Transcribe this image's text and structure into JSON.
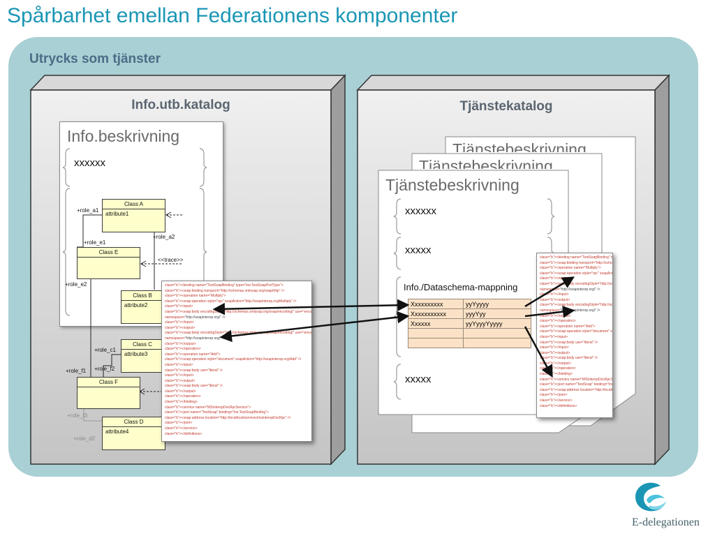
{
  "title": "Spårbarhet emellan Federationens komponenter",
  "panel_label": "Utrycks som tjänster",
  "left_box": {
    "title": "Info.utb.katalog",
    "sheet_title": "Info.beskrivning",
    "brace_text": "xxxxxx",
    "uml": {
      "classes": [
        {
          "name": "Class A",
          "attribute": "attribute1"
        },
        {
          "name": "Class E",
          "attribute": ""
        },
        {
          "name": "Class B",
          "attribute": "attribute2"
        },
        {
          "name": "Class C",
          "attribute": "attribute3"
        },
        {
          "name": "Class F",
          "attribute": ""
        },
        {
          "name": "Class D",
          "attribute": "attribute4"
        }
      ],
      "roles": [
        "+role_a1",
        "+role_a2",
        "+role_e1",
        "+role_e2",
        "+role_c1",
        "+role_f1",
        "+role_f2",
        "+role_f3",
        "+role_d2"
      ],
      "trace_label": "<<trace>>"
    }
  },
  "right_box": {
    "title": "Tjänstekatalog",
    "sheet_titles": [
      "Tjänstebeskrivning",
      "Tjänstebeskrivning",
      "Tjänstebeskrivning"
    ],
    "sections": [
      "xxxxxx",
      "xxxxx",
      "Info./Dataschema-mappning",
      "xxxxx"
    ],
    "mapping_table": [
      [
        "Xxxxxxxxxx",
        "yyYyyyy"
      ],
      [
        "Xxxxxxxxxxx",
        "yyyYyy"
      ],
      [
        "Xxxxxx",
        "yyYyyyYyyyy"
      ],
      [
        "",
        ""
      ],
      [
        "",
        ""
      ]
    ]
  },
  "xml_left": [
    "<binding name=\"TestSoapBinding\" type=\"tns:TestSoapPortType\">",
    "  <soap:binding transport=\"http://schemas.xmlsoap.org/soap/http\" />",
    "  <operation name=\"Multiply\">",
    "    <soap:operation style=\"rpc\" soapAction=\"http://soapinterop.org/Multiply\" />",
    "    <input>",
    "      <soap:body encodingStyle=\"http://schemas.xmlsoap.org/soap/encoding/\" use=\"encoded\"",
    "        namespace=\"http://soapinterop.org/\" />",
    "    </input>",
    "    <output>",
    "      <soap:body encodingStyle=\"http://schemas.xmlsoap.org/soap/encoding/\" use=\"encoded\"",
    "        namespace=\"http://soapinterop.org/\" />",
    "    </output>",
    "  </operation>",
    "  <operation name=\"Add\">",
    "    <soap:operation style=\"document\" soapAction=\"http://soapinterop.org/Add\" />",
    "    <input>",
    "      <soap:body use=\"literal\" />",
    "    </input>",
    "    <output>",
    "      <soap:body use=\"literal\" />",
    "    </output>",
    "  </operation>",
    "</binding>",
    "<service name=\"MSInteropDocRpcService\">",
    "  <port name=\"TestSoap\" binding=\"tns:TestSoapBinding\">",
    "    <soap:address location=\"http://localhost/services/msinteropDocRpc\" />",
    "  </port>",
    "</service>",
    "</definitions>"
  ],
  "xml_right": [
    "<binding name=\"TestSoapBinding\" type=\"tns:TestSoapPortType\">",
    "  <soap:binding transport=\"http://schemas.xmlsoap.org/soap/http\" />",
    "  <operation name=\"Multiply\">",
    "    <soap:operation style=\"rpc\" soapAction=\"http://soapinterop.org/Multiply\" />",
    "    <input>",
    "      <soap:body encodingStyle=\"http://schemas.xmlsoap.org/soap/encoding/\" use=\"encoded\"",
    "        namespace=\"http://soapinterop.org/\" />",
    "    </input>",
    "    <output>",
    "      <soap:body encodingStyle=\"http://schemas.xmlsoap.org/soap/encoding/\" use=\"encoded\"",
    "        namespace=\"http://soapinterop.org/\" />",
    "    </output>",
    "  </operation>",
    "  <operation name=\"Add\">",
    "    <soap:operation style=\"document\" soapAction=\"http://soapinterop.org/Add\" />",
    "    <input>",
    "      <soap:body use=\"literal\" />",
    "    </input>",
    "    <output>",
    "      <soap:body use=\"literal\" />",
    "    </output>",
    "  </operation>",
    "</binding>",
    "<service name=\"MSInteropDocRpcService\">",
    "  <port name=\"TestSoap\" binding=\"tns:TestSoapBinding\">",
    "    <soap:address location=\"http://localhost/services/msinteropDocRpc\" />",
    "  </port>",
    "</service>",
    "</definitions>"
  ],
  "logo": {
    "text": "E-delegationen",
    "colors": {
      "blue": "#1a96b4",
      "dark": "#44606a"
    }
  },
  "colors": {
    "title": "#1a96b4",
    "panel": "#a9d0d4",
    "panel_label": "#4c6c86",
    "uml_fill": "#ffffcc",
    "table_fill": "#fbe2c6"
  }
}
